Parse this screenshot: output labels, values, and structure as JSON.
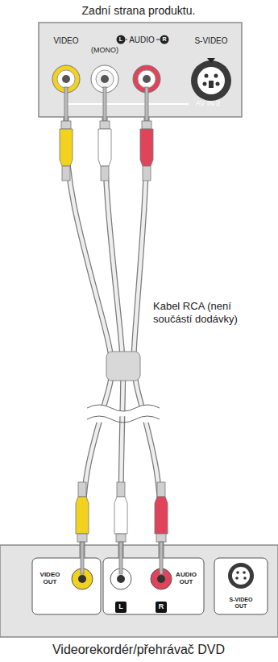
{
  "diagram": {
    "nodes": [
      {
        "text": [
          "Zadní strana produktu.",
          "VIDEO",
          "L",
          "AUDIO",
          "R",
          "(MONO)",
          "S-VIDEO",
          "AV IN 2"
        ]
      },
      {
        "text": [
          "Videorekordér/přehrávač DVD"
        ]
      },
      {
        "text": [
          "VIDEO OUT"
        ],
        "in": 1
      },
      {
        "text": [
          "L",
          "R",
          "AUDIO OUT"
        ],
        "in": 1
      },
      {
        "text": [
          "S-VIDEO OUT"
        ],
        "in": 1
      }
    ],
    "edges": [
      {
        "from": 0,
        "to": 2,
        "arrow": "none"
      },
      {
        "from": 0,
        "to": 3,
        "arrow": "none"
      },
      {
        "from": 0,
        "to": 3,
        "arrow": "none"
      }
    ],
    "labels": [
      "Kabel RCA (není součástí dodávky)"
    ]
  }
}
